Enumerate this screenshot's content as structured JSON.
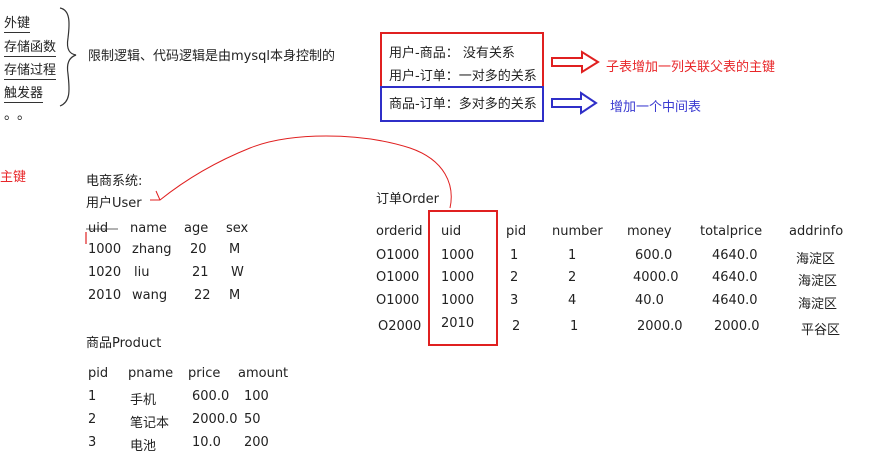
{
  "notes": {
    "left_items": [
      "外键",
      "存储函数",
      "存储过程",
      "触发器"
    ],
    "ellipsis": "。。",
    "brace_note": "限制逻辑、代码逻辑是由mysql本身控制的",
    "side_mark": "主键"
  },
  "relations": {
    "red_box": [
      "用户-商品： 没有关系",
      "用户-订单：一对多的关系"
    ],
    "red_note": "子表增加一列关联父表的主键",
    "blue_box": [
      "商品-订单：多对多的关系"
    ],
    "blue_note": "增加一个中间表"
  },
  "system": {
    "title": "电商系统:"
  },
  "user_table": {
    "title": "用户User",
    "headers": [
      "uid",
      "name",
      "age",
      "sex"
    ],
    "rows": [
      [
        "1000",
        "zhang",
        "20",
        "M"
      ],
      [
        "1020",
        "liu",
        "21",
        "W"
      ],
      [
        "2010",
        "wang",
        "22",
        "M"
      ]
    ]
  },
  "product_table": {
    "title": "商品Product",
    "headers": [
      "pid",
      "pname",
      "price",
      "amount"
    ],
    "rows": [
      [
        "1",
        "手机",
        "600.0",
        "100"
      ],
      [
        "2",
        "笔记本",
        "2000.0",
        "50"
      ],
      [
        "3",
        "电池",
        "10.0",
        "200"
      ]
    ]
  },
  "order_table": {
    "title": "订单Order",
    "headers": [
      "orderid",
      "uid",
      "pid",
      "number",
      "money",
      "totalprice",
      "addrinfo"
    ],
    "rows": [
      [
        "O1000",
        "1000",
        "1",
        "1",
        "600.0",
        "4640.0",
        "海淀区"
      ],
      [
        "O1000",
        "1000",
        "2",
        "2",
        "4000.0",
        "4640.0",
        "海淀区"
      ],
      [
        "O1000",
        "1000",
        "3",
        "4",
        "40.0",
        "4640.0",
        "海淀区"
      ],
      [
        "O2000",
        "2010",
        "2",
        "1",
        "2000.0",
        "2000.0",
        "平谷区"
      ]
    ]
  },
  "colors": {
    "red": "#e02020",
    "blue": "#2f2fc8"
  }
}
